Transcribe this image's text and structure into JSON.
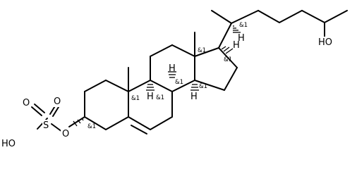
{
  "atoms": {
    "oh_sulfonic": "HO",
    "o_top_left": "O",
    "o_top_right": "O",
    "sulfur": "S",
    "ester_o": "O",
    "ho_side_chain": "HO",
    "h_c20": "H",
    "h_c17": "H",
    "h_c8": "H",
    "h_c9": "H",
    "h_c14": "H"
  },
  "stereo_label": "&1"
}
